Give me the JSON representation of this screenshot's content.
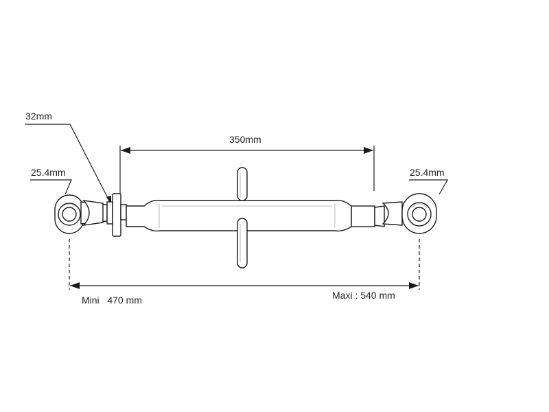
{
  "labels": {
    "flange_diameter": "32mm",
    "left_ball_diameter": "25.4mm",
    "right_ball_diameter": "25.4mm",
    "tube_length": "350mm",
    "min_length": "Mini   470 mm",
    "max_length": "Maxi : 540 mm"
  }
}
